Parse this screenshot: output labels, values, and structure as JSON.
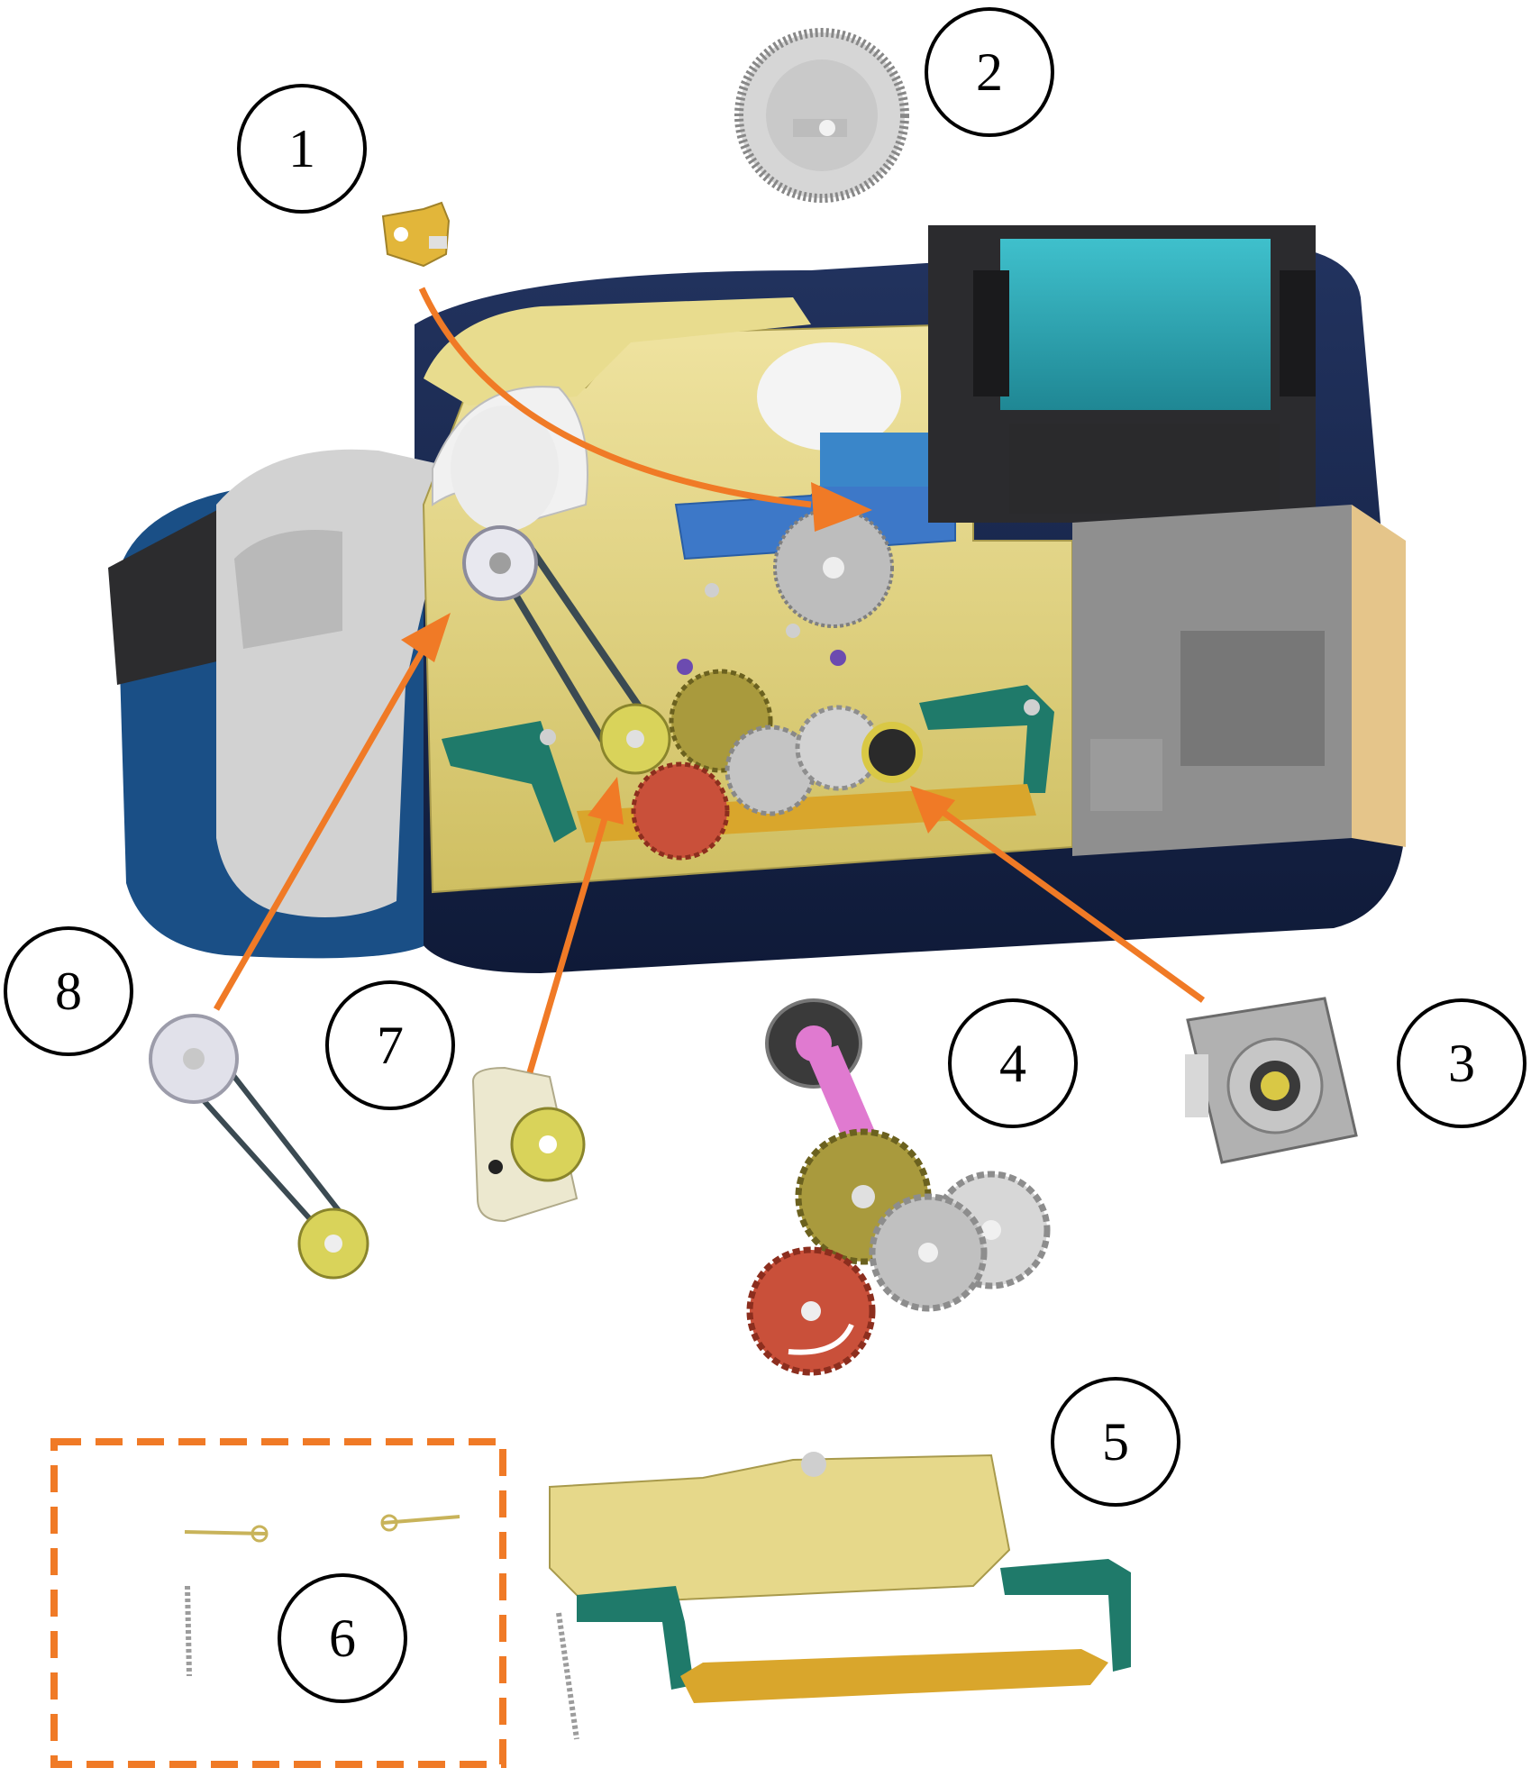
{
  "diagram": {
    "callouts": [
      "1",
      "2",
      "3",
      "4",
      "5",
      "6",
      "7",
      "8"
    ]
  },
  "colors": {
    "arrow": "#f07a26",
    "frame_yellow": "#e6d88a",
    "shell_navy": "#1c2a52",
    "ribbon_teal": "#2ea7b4",
    "plate_blue": "#3d78c8",
    "lever_green": "#1f7a6a",
    "gear_red": "#c9503a",
    "gear_olive": "#a99a3d",
    "gear_grey": "#b9b9b9",
    "spring_pink": "#e07ad0"
  },
  "icons": [
    "printer-mechanism",
    "cam-part",
    "encoder-disc",
    "stepper-motor",
    "gear-train",
    "lever-assembly",
    "spring-kit",
    "dc-motor",
    "belt-pulley"
  ]
}
